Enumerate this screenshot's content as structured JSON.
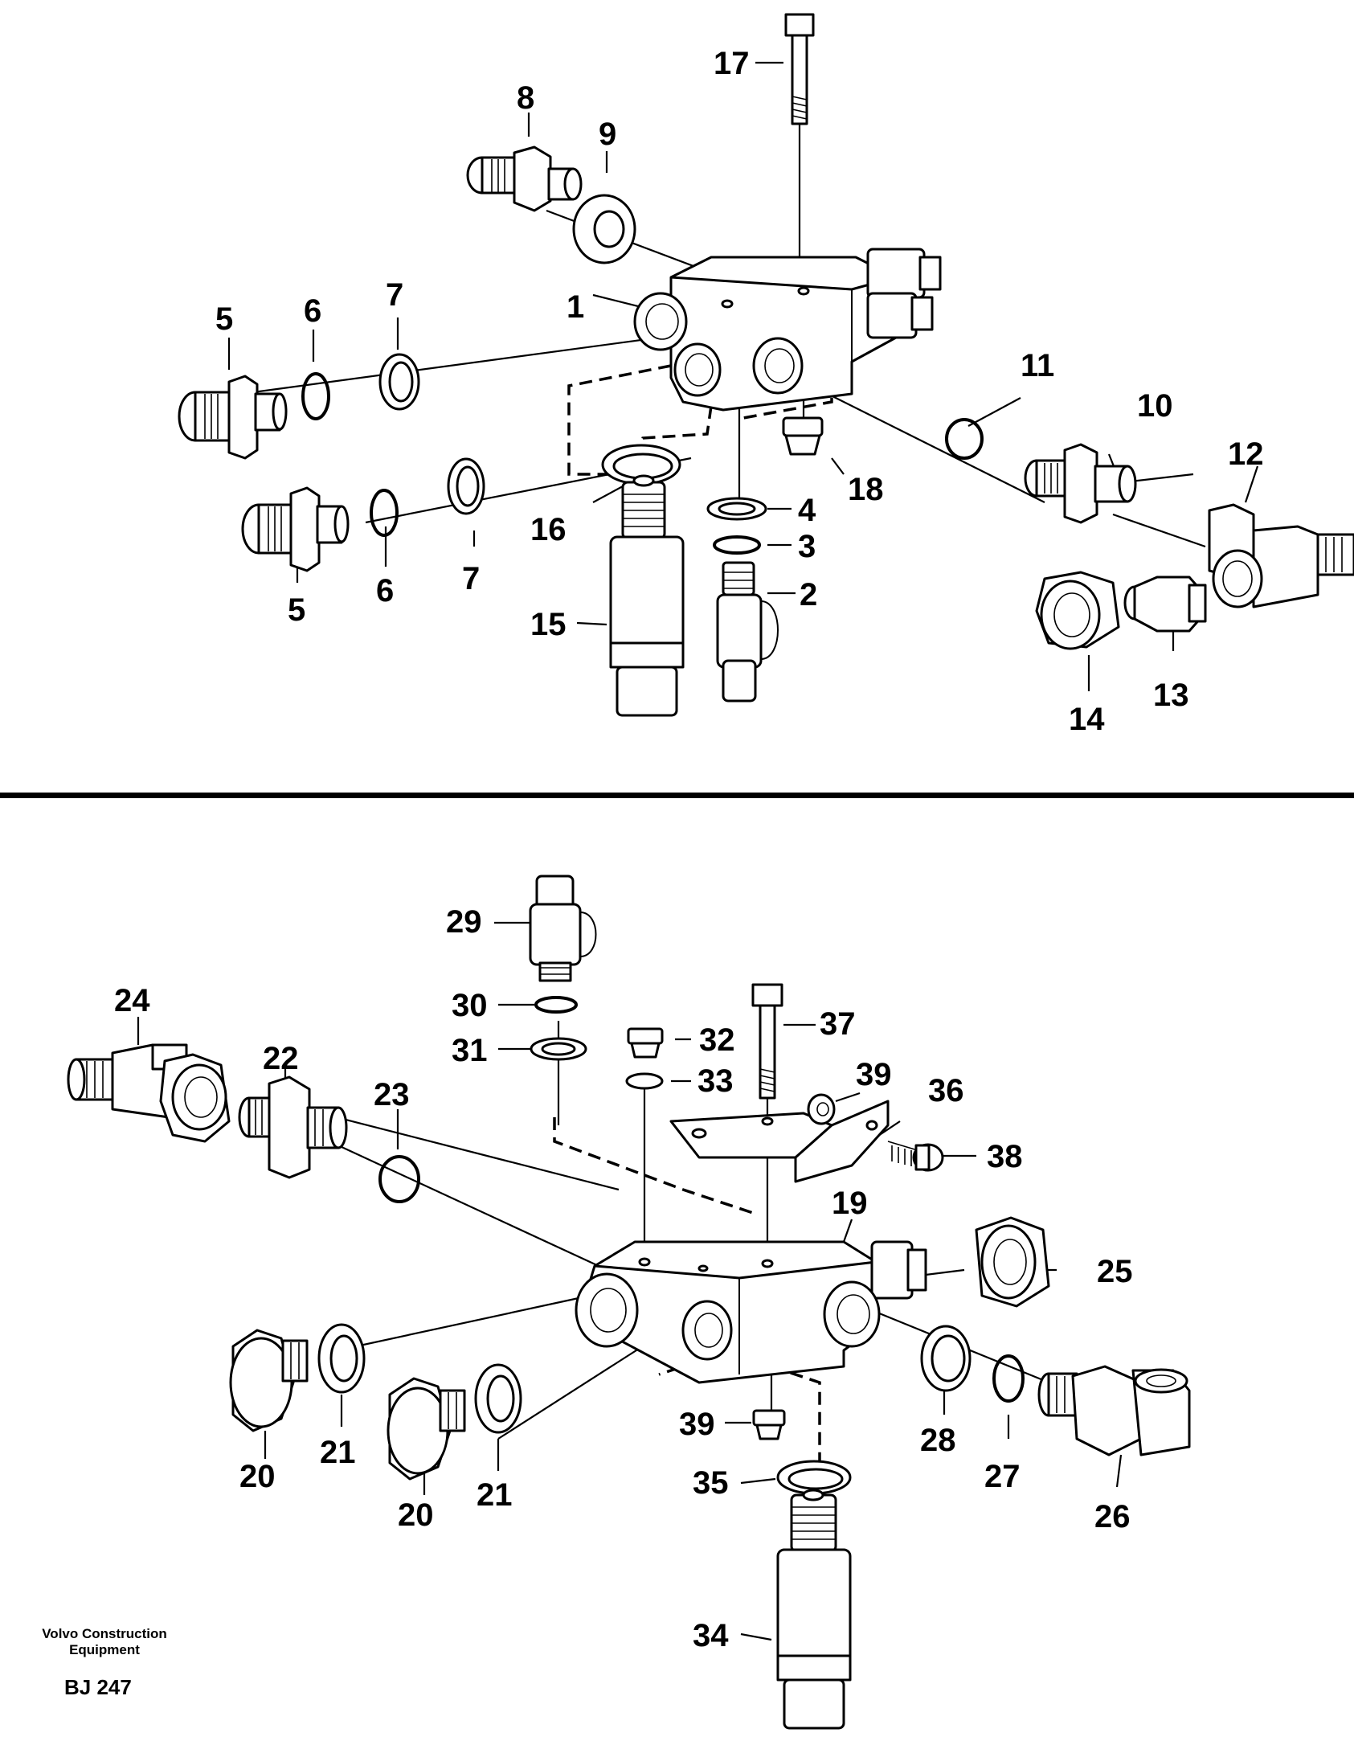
{
  "labels": {
    "p1": "1",
    "p2": "2",
    "p3": "3",
    "p4": "4",
    "p5a": "5",
    "p5b": "5",
    "p6a": "6",
    "p6b": "6",
    "p7a": "7",
    "p7b": "7",
    "p8": "8",
    "p9": "9",
    "p10": "10",
    "p11": "11",
    "p12": "12",
    "p13": "13",
    "p14": "14",
    "p15": "15",
    "p16": "16",
    "p17": "17",
    "p18": "18",
    "p19": "19",
    "p20a": "20",
    "p20b": "20",
    "p21a": "21",
    "p21b": "21",
    "p22": "22",
    "p23": "23",
    "p24": "24",
    "p25": "25",
    "p26": "26",
    "p27": "27",
    "p28": "28",
    "p29": "29",
    "p30": "30",
    "p31": "31",
    "p32": "32",
    "p33": "33",
    "p34": "34",
    "p35": "35",
    "p36": "36",
    "p37": "37",
    "p38": "38",
    "p39a": "39",
    "p39b": "39"
  },
  "footer": {
    "company_line1": "Volvo Construction",
    "company_line2": "Equipment",
    "code": "BJ 247"
  }
}
